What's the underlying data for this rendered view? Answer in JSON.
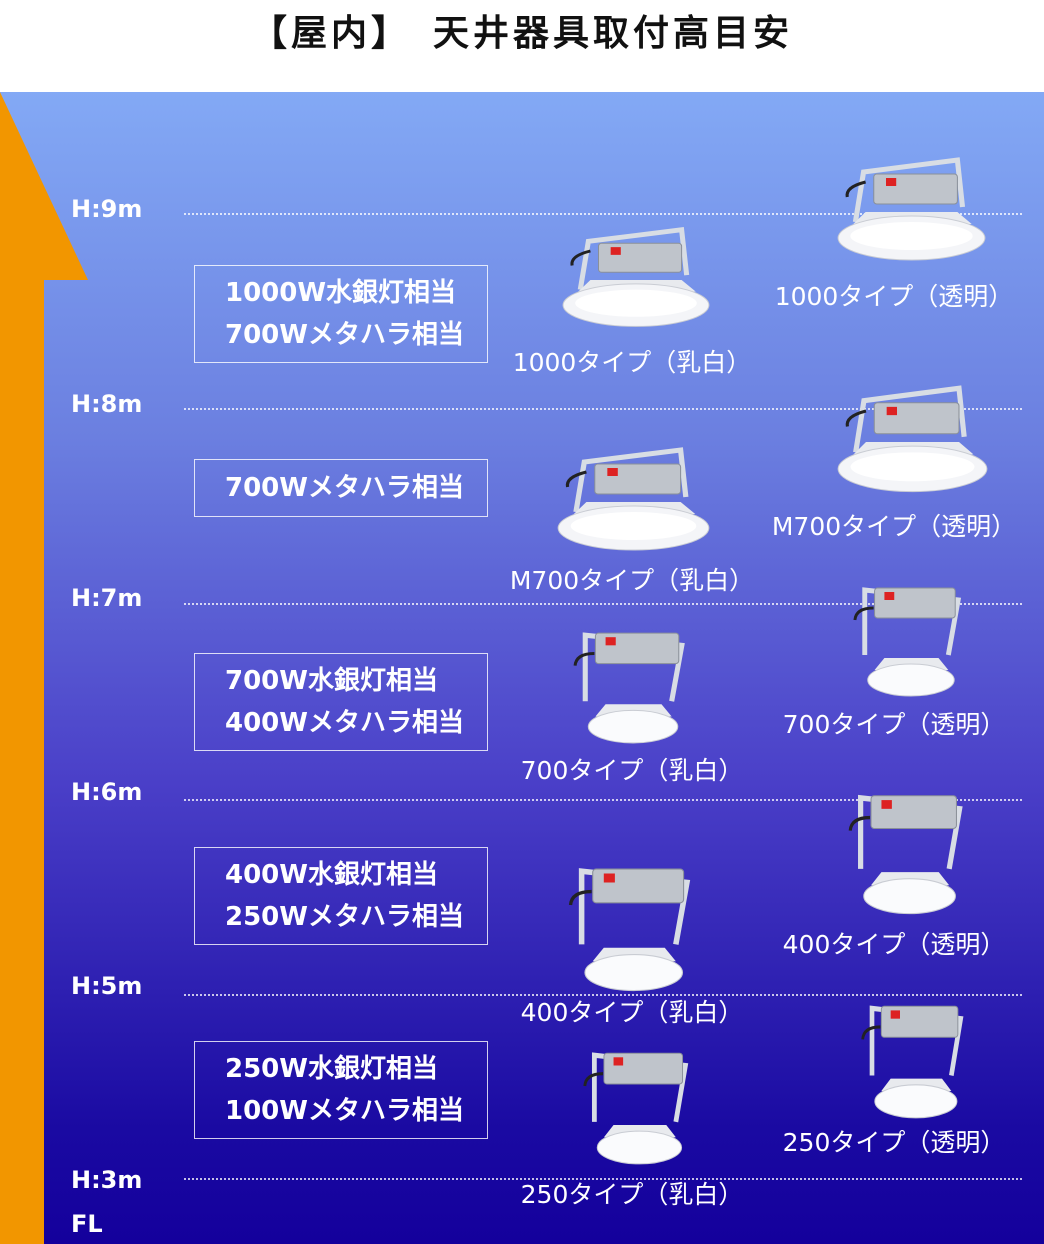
{
  "title": "【屋内】　天井器具取付高目安",
  "colors": {
    "arrow": "#f29600",
    "bg_top": "#83a9f5",
    "bg_bottom": "#14009c"
  },
  "heights": [
    "H:9m",
    "H:8m",
    "H:7m",
    "H:6m",
    "H:5m",
    "H:3m",
    "FL"
  ],
  "equivalents": [
    [
      "1000W水銀灯相当",
      "700Wメタハラ相当"
    ],
    [
      "700Wメタハラ相当"
    ],
    [
      "700W水銀灯相当",
      "400Wメタハラ相当"
    ],
    [
      "400W水銀灯相当",
      "250Wメタハラ相当"
    ],
    [
      "250W水銀灯相当",
      "100Wメタハラ相当"
    ]
  ],
  "products": [
    {
      "milky": "1000タイプ（乳白）",
      "clear": "1000タイプ（透明）"
    },
    {
      "milky": "M700タイプ（乳白）",
      "clear": "M700タイプ（透明）"
    },
    {
      "milky": "700タイプ（乳白）",
      "clear": "700タイプ（透明）"
    },
    {
      "milky": "400タイプ（乳白）",
      "clear": "400タイプ（透明）"
    },
    {
      "milky": "250タイプ（乳白）",
      "clear": "250タイプ（透明）"
    }
  ]
}
